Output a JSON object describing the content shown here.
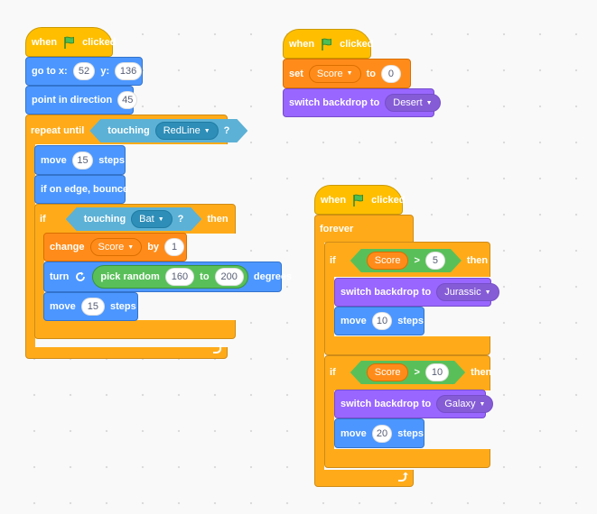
{
  "script1": {
    "hat": {
      "when": "when",
      "clicked": "clicked"
    },
    "goto": {
      "label": "go to x:",
      "x": "52",
      "ylabel": "y:",
      "y": "136"
    },
    "point": {
      "label": "point in direction",
      "value": "45"
    },
    "repeat": {
      "label": "repeat until",
      "touching": "touching",
      "target": "RedLine",
      "q": "?"
    },
    "move1": {
      "label": "move",
      "value": "15",
      "unit": "steps"
    },
    "bounce": {
      "label": "if on edge, bounce"
    },
    "if": {
      "label": "if",
      "touching": "touching",
      "target": "Bat",
      "q": "?",
      "then": "then"
    },
    "change": {
      "label": "change",
      "var": "Score",
      "by": "by",
      "value": "1"
    },
    "turn": {
      "label": "turn",
      "pick": "pick random",
      "from": "160",
      "to_label": "to",
      "to": "200",
      "degrees": "degrees"
    },
    "move2": {
      "label": "move",
      "value": "15",
      "unit": "steps"
    }
  },
  "script2": {
    "hat": {
      "when": "when",
      "clicked": "clicked"
    },
    "set": {
      "label": "set",
      "var": "Score",
      "to_label": "to",
      "value": "0"
    },
    "backdrop": {
      "label": "switch backdrop to",
      "value": "Desert"
    }
  },
  "script3": {
    "hat": {
      "when": "when",
      "clicked": "clicked"
    },
    "forever": {
      "label": "forever"
    },
    "if1": {
      "label": "if",
      "var": "Score",
      "op": ">",
      "value": "5",
      "then": "then"
    },
    "backdrop1": {
      "label": "switch backdrop to",
      "value": "Jurassic"
    },
    "move1": {
      "label": "move",
      "value": "10",
      "unit": "steps"
    },
    "if2": {
      "label": "if",
      "var": "Score",
      "op": ">",
      "value": "10",
      "then": "then"
    },
    "backdrop2": {
      "label": "switch backdrop to",
      "value": "Galaxy"
    },
    "move2": {
      "label": "move",
      "value": "20",
      "unit": "steps"
    }
  },
  "icons": {
    "flag": "green-flag-icon",
    "turn": "turn-clockwise-icon",
    "loop": "loop-arrow-icon",
    "dropdown": "dropdown-caret-icon"
  },
  "colors": {
    "events": "#FFBF00",
    "control": "#FFAB19",
    "motion": "#4C97FF",
    "looks": "#9966FF",
    "variables": "#FF8C1A",
    "sensing": "#5CB1D6",
    "operators": "#59C059"
  }
}
